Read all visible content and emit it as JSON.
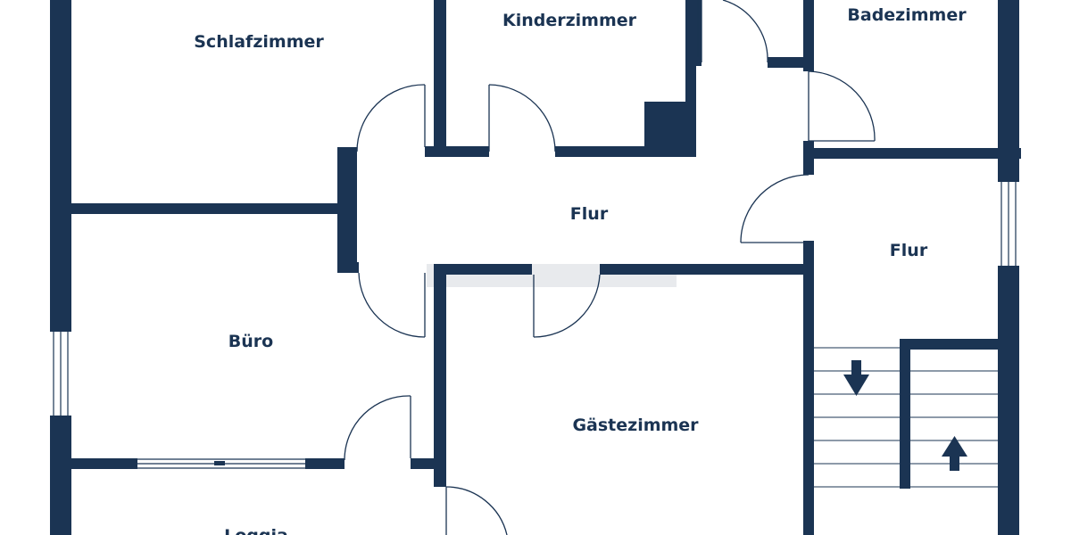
{
  "floorplan": {
    "colors": {
      "walls": "#1b3453",
      "background": "#ffffff"
    },
    "rooms": {
      "schlafzimmer": "Schlafzimmer",
      "kinderzimmer": "Kinderzimmer",
      "badezimmer": "Badezimmer",
      "flur_main": "Flur",
      "flur_stair": "Flur",
      "buero": "Büro",
      "gaestezimmer": "Gästezimmer",
      "loggia": "Loggia"
    },
    "stairs": {
      "down_arrow": "arrow-down-icon",
      "up_arrow": "arrow-up-icon"
    }
  }
}
